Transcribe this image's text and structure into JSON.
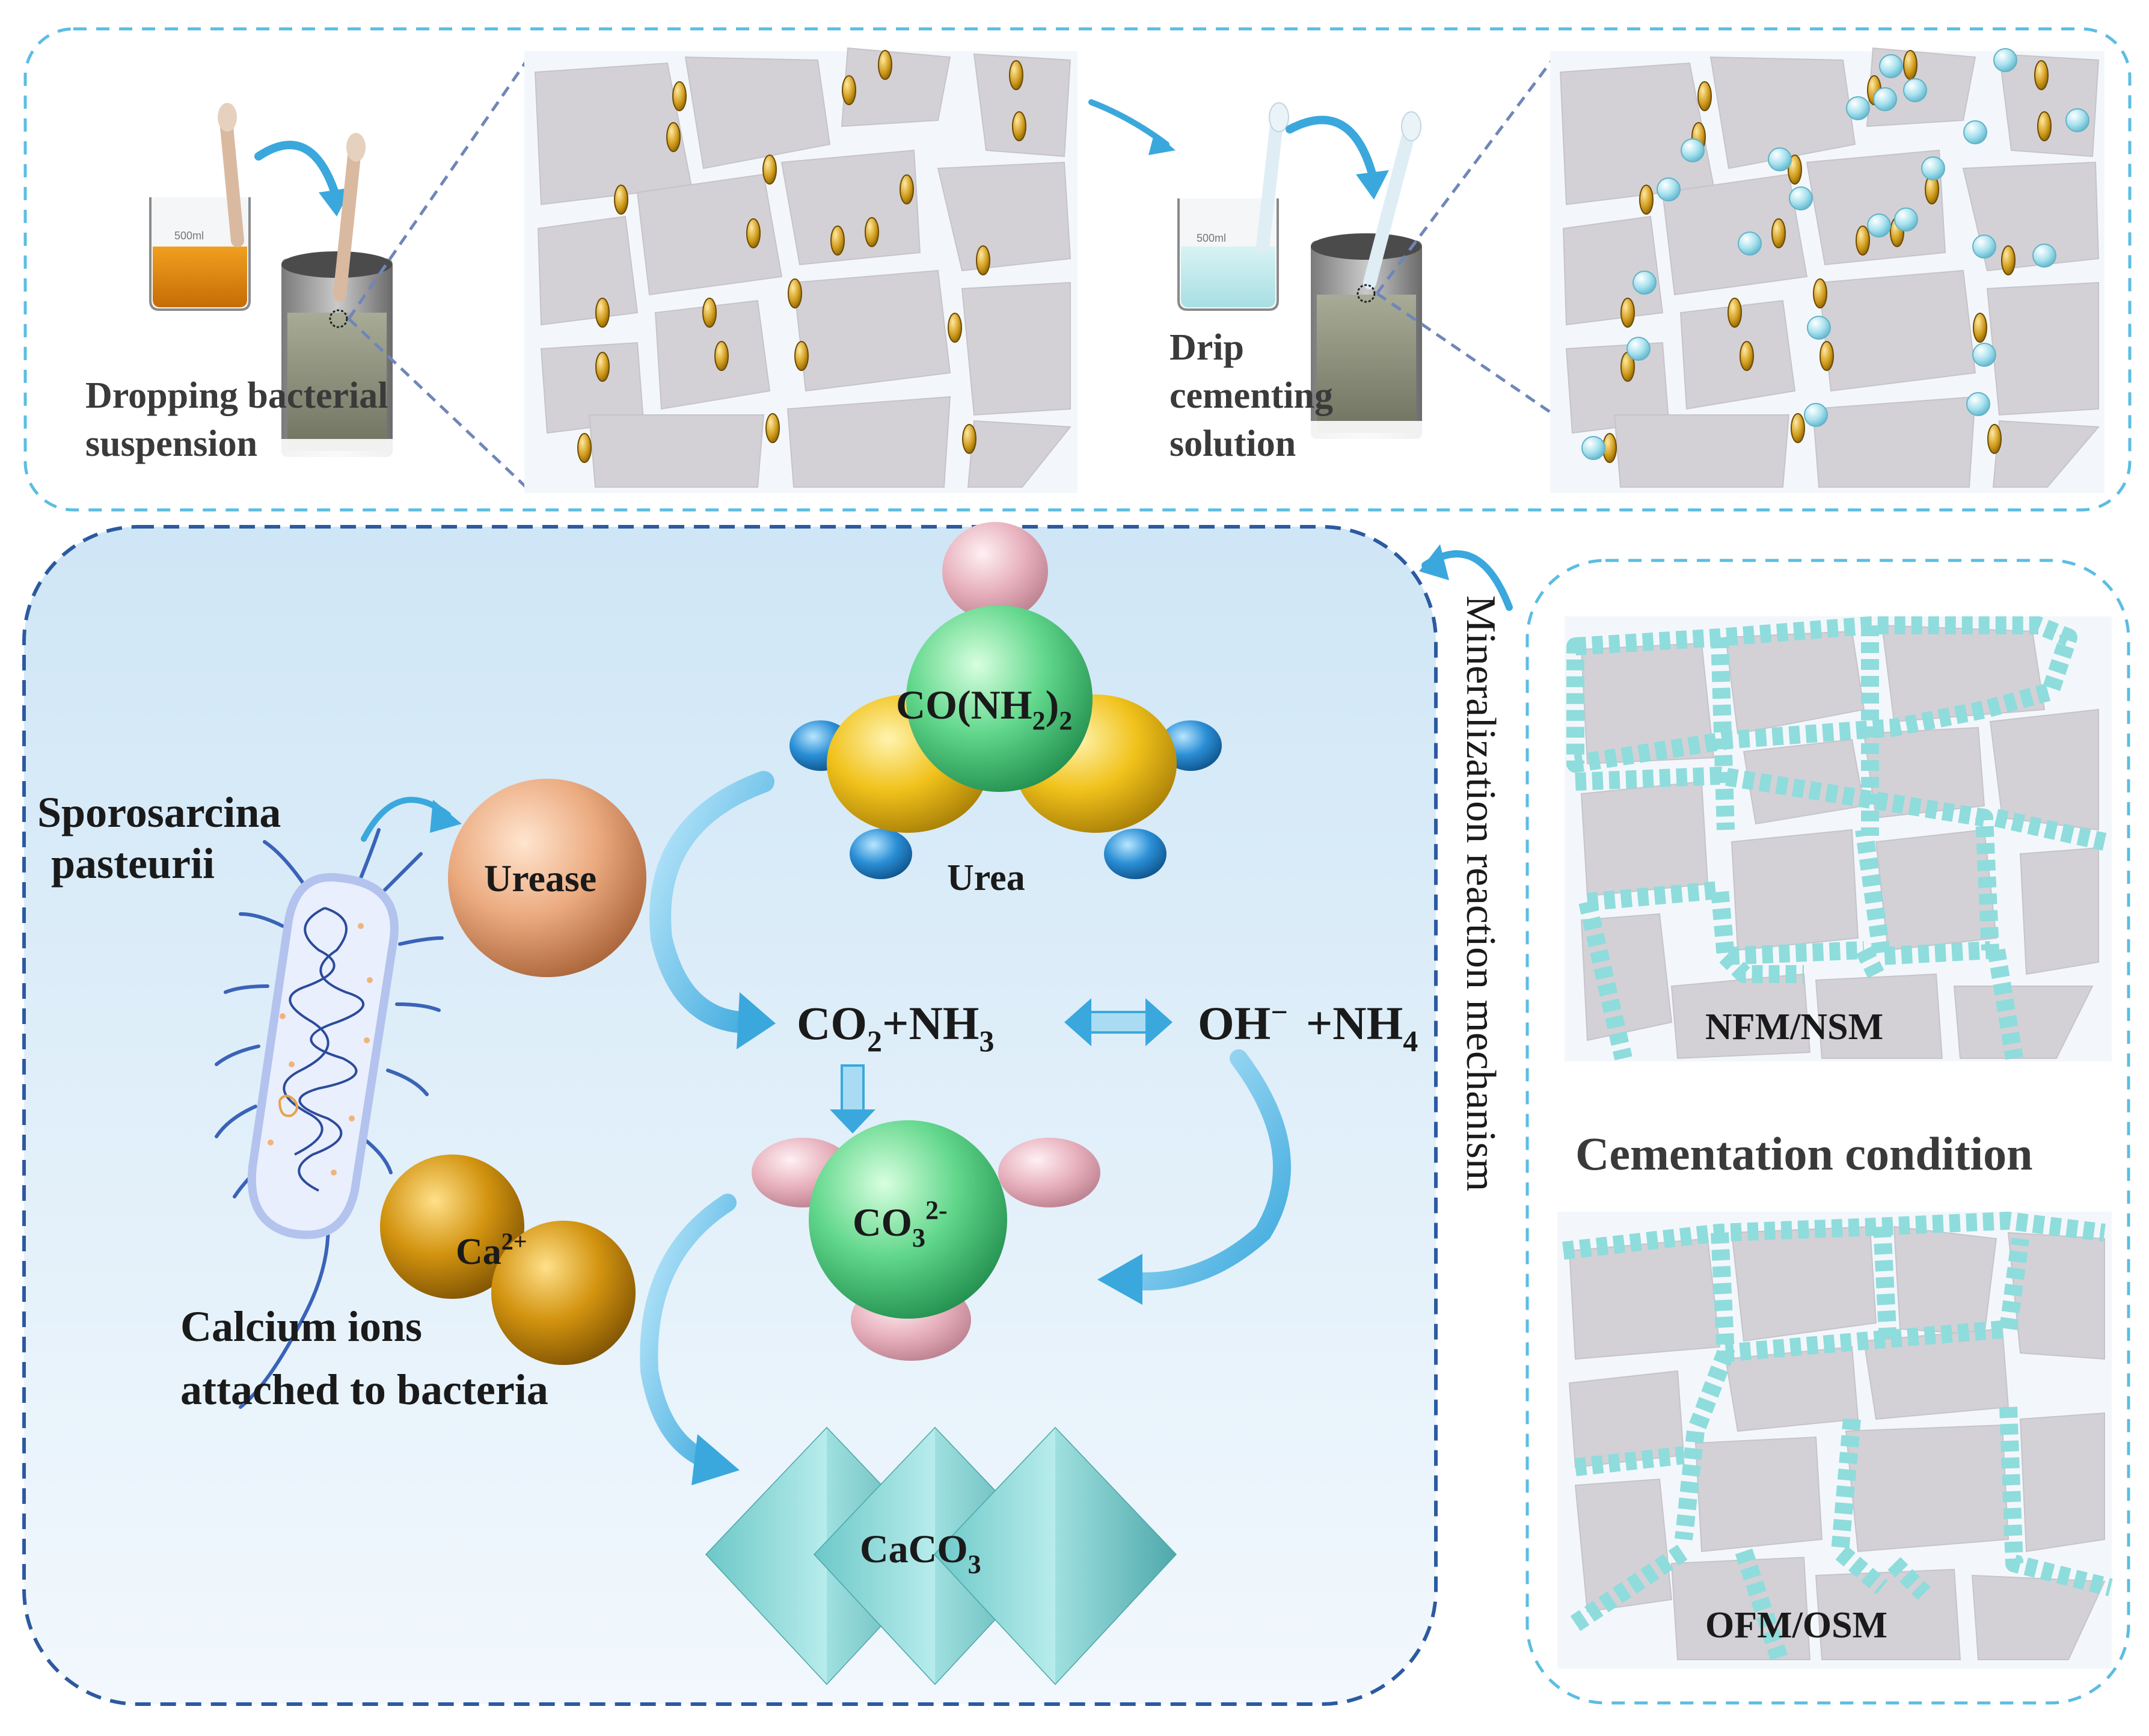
{
  "top_panel": {
    "step1_label_line1": "Dropping bacterial",
    "step1_label_line2": "suspension",
    "step2_label_line1": "Drip",
    "step2_label_line2": "cementing",
    "step2_label_line3": "solution",
    "beaker_volume": "500ml"
  },
  "mechanism": {
    "side_title": "Mineralization reaction mechanism",
    "bacterium_line1": "Sporosarcina",
    "bacterium_line2": "pasteurii",
    "urease": "Urease",
    "urea_formula_a": "CO(NH",
    "urea_formula_sub": "2",
    "urea_formula_b": ")",
    "urea_formula_sub2": "2",
    "urea": "Urea",
    "products_a": "CO",
    "products_sub1": "2",
    "products_b": "+NH",
    "products_sub2": "3",
    "hydroxide": "OH",
    "hydroxide_sup": "−",
    "ammonium_a": "+NH",
    "ammonium_sub": "4",
    "carbonate_a": "CO",
    "carbonate_sub": "3",
    "carbonate_sup": "2-",
    "calcium_a": "Ca",
    "calcium_sup": "2+",
    "calcium_caption_line1": "Calcium ions",
    "calcium_caption_line2": "attached to bacteria",
    "calcite_a": "CaCO",
    "calcite_sub": "3"
  },
  "conditions": {
    "title": "Cementation condition",
    "upper_label": "NFM/NSM",
    "lower_label": "OFM/OSM"
  },
  "colors": {
    "dash_light": "#5bbde3",
    "dash_dark": "#1f3f7a",
    "cement": "#8fdcdc",
    "grain": "#d3d1d6",
    "bacteria": "#c99a1e"
  }
}
